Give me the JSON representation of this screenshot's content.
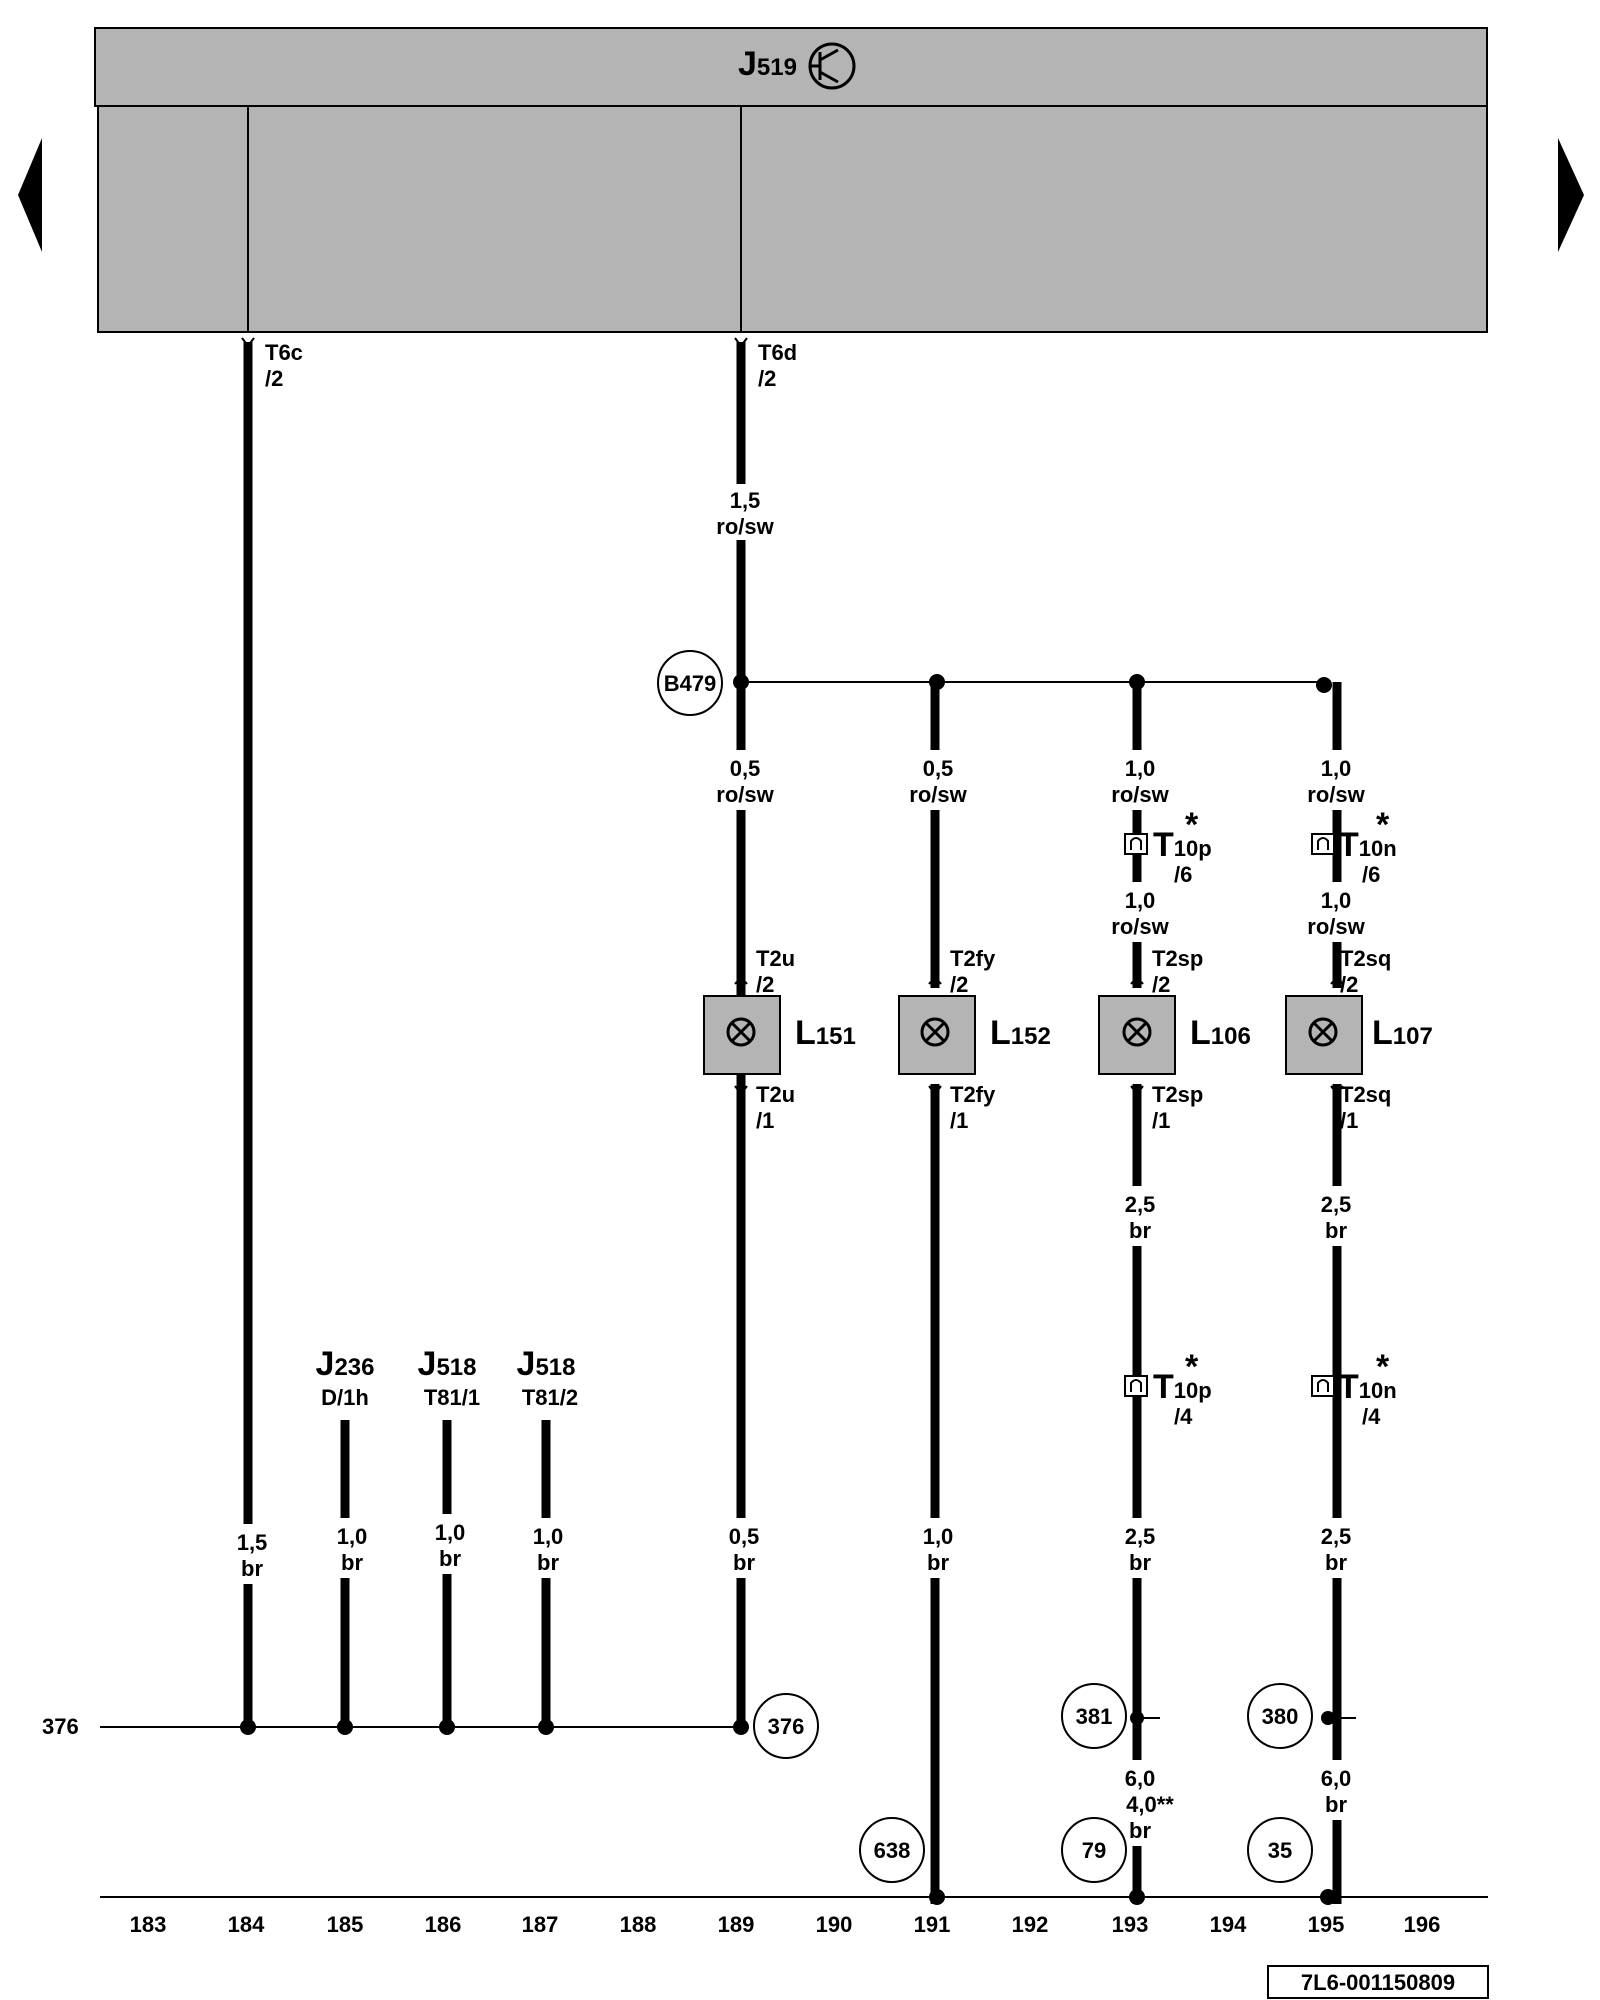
{
  "control_unit": {
    "name": "J",
    "sub": "519"
  },
  "nav": {
    "prev": "previous-page",
    "next": "next-page"
  },
  "pins": {
    "t6c_a": "T6c",
    "t6c_b": "/2",
    "t6d_a": "T6d",
    "t6d_b": "/2"
  },
  "wires": {
    "w_189_top_a": "1,5",
    "w_189_top_b": "ro/sw",
    "w_189_mid_a": "0,5",
    "w_189_mid_b": "ro/sw",
    "w_191_mid_a": "0,5",
    "w_191_mid_b": "ro/sw",
    "w_193_mid_a": "1,0",
    "w_193_mid_b": "ro/sw",
    "w_193_mid2_a": "1,0",
    "w_193_mid2_b": "ro/sw",
    "w_195_mid_a": "1,0",
    "w_195_mid_b": "ro/sw",
    "w_195_mid2_a": "1,0",
    "w_195_mid2_b": "ro/sw",
    "w_193_low_a": "2,5",
    "w_193_low_b": "br",
    "w_195_low_a": "2,5",
    "w_195_low_b": "br",
    "w_193_bot_a": "2,5",
    "w_193_bot_b": "br",
    "w_195_bot_a": "2,5",
    "w_195_bot_b": "br",
    "w_184_a": "1,5",
    "w_184_b": "br",
    "w_185_a": "1,0",
    "w_185_b": "br",
    "w_186_a": "1,0",
    "w_186_b": "br",
    "w_187_a": "1,0",
    "w_187_b": "br",
    "w_189_bot_a": "0,5",
    "w_189_bot_b": "br",
    "w_191_bot_a": "1,0",
    "w_191_bot_b": "br",
    "w_193_gnd_a": "6,0",
    "w_193_gnd_b": "4,0**",
    "w_193_gnd_c": "br",
    "w_195_gnd_a": "6,0",
    "w_195_gnd_b": "br"
  },
  "connectors": {
    "t10p_top": {
      "name": "T",
      "sub": "10p",
      "pin": "/6",
      "star": "*"
    },
    "t10n_top": {
      "name": "T",
      "sub": "10n",
      "pin": "/6",
      "star": "*"
    },
    "t10p_bot": {
      "name": "T",
      "sub": "10p",
      "pin": "/4",
      "star": "*"
    },
    "t10n_bot": {
      "name": "T",
      "sub": "10n",
      "pin": "/4",
      "star": "*"
    }
  },
  "lamps": [
    {
      "name": "L",
      "sub": "151",
      "top_a": "T2u",
      "top_b": "/2",
      "bot_a": "T2u",
      "bot_b": "/1"
    },
    {
      "name": "L",
      "sub": "152",
      "top_a": "T2fy",
      "top_b": "/2",
      "bot_a": "T2fy",
      "bot_b": "/1"
    },
    {
      "name": "L",
      "sub": "106",
      "top_a": "T2sp",
      "top_b": "/2",
      "bot_a": "T2sp",
      "bot_b": "/1"
    },
    {
      "name": "L",
      "sub": "107",
      "top_a": "T2sq",
      "top_b": "/2",
      "bot_a": "T2sq",
      "bot_b": "/1"
    }
  ],
  "refs": [
    {
      "name": "J",
      "sub": "236",
      "pin": "D/1h"
    },
    {
      "name": "J",
      "sub": "518",
      "pin": "T81/1"
    },
    {
      "name": "J",
      "sub": "518",
      "pin": "T81/2"
    }
  ],
  "nodes": {
    "b479": "B479",
    "n376": "376",
    "n381": "381",
    "n380": "380",
    "n638": "638",
    "n79": "79",
    "n35": "35"
  },
  "left_ref": "376",
  "columns": [
    "183",
    "184",
    "185",
    "186",
    "187",
    "188",
    "189",
    "190",
    "191",
    "192",
    "193",
    "194",
    "195",
    "196"
  ],
  "doc_id": "7L6-001150809"
}
